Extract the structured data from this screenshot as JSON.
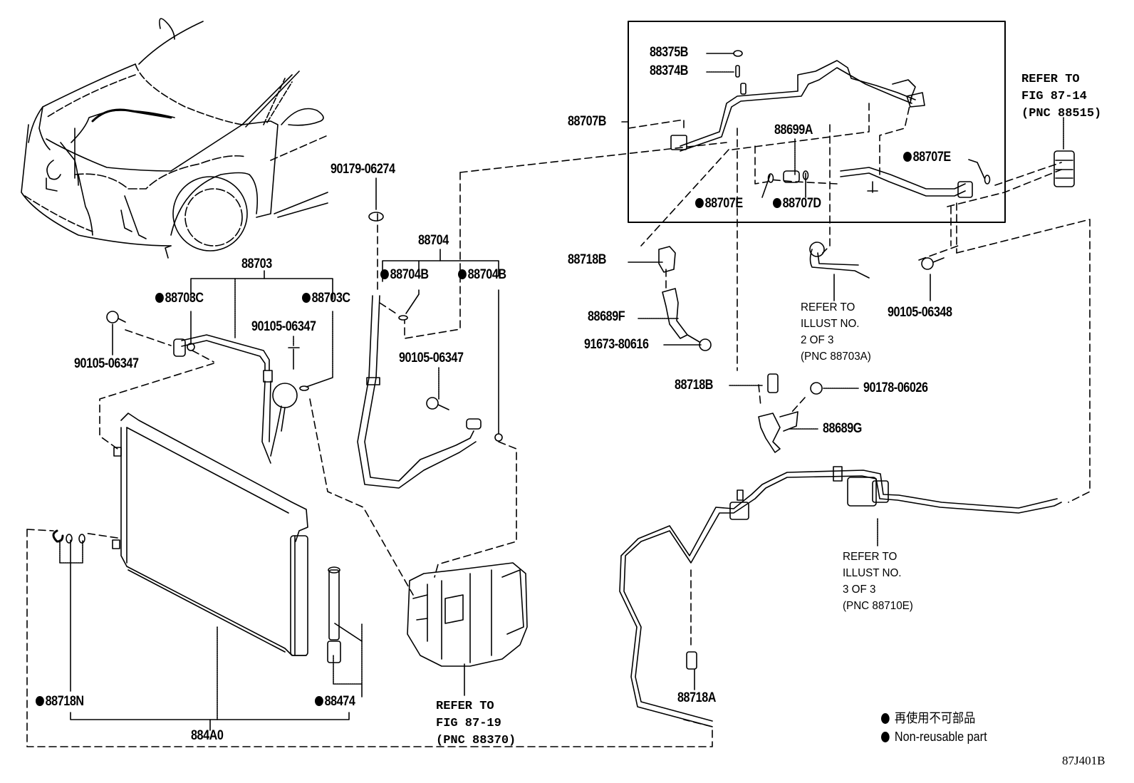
{
  "diagram": {
    "id_code": "87J401B",
    "legend": {
      "marker": "filled-circle",
      "japanese": "再使用不可部品",
      "english": "Non-reusable part"
    },
    "labels": {
      "p88703": {
        "text": "88703",
        "nonreusable": false
      },
      "p88703C_left": {
        "text": "88703C",
        "nonreusable": true
      },
      "p88703C_right": {
        "text": "88703C",
        "nonreusable": true
      },
      "p90105_06347_a": {
        "text": "90105-06347",
        "nonreusable": false
      },
      "p90105_06347_b": {
        "text": "90105-06347",
        "nonreusable": false
      },
      "p90105_06347_c": {
        "text": "90105-06347",
        "nonreusable": false
      },
      "p90179_06274": {
        "text": "90179-06274",
        "nonreusable": false
      },
      "p88704": {
        "text": "88704",
        "nonreusable": false
      },
      "p88704B_left": {
        "text": "88704B",
        "nonreusable": true
      },
      "p88704B_right": {
        "text": "88704B",
        "nonreusable": true
      },
      "p88375B": {
        "text": "88375B",
        "nonreusable": false
      },
      "p88374B": {
        "text": "88374B",
        "nonreusable": false
      },
      "p88707B": {
        "text": "88707B",
        "nonreusable": false
      },
      "p88699A": {
        "text": "88699A",
        "nonreusable": false
      },
      "p88707E_a": {
        "text": "88707E",
        "nonreusable": true
      },
      "p88707E_b": {
        "text": "88707E",
        "nonreusable": true
      },
      "p88707D": {
        "text": "88707D",
        "nonreusable": true
      },
      "p88718B_a": {
        "text": "88718B",
        "nonreusable": false
      },
      "p88718B_b": {
        "text": "88718B",
        "nonreusable": false
      },
      "p88689F": {
        "text": "88689F",
        "nonreusable": false
      },
      "p91673_80616": {
        "text": "91673-80616",
        "nonreusable": false
      },
      "p90105_06348": {
        "text": "90105-06348",
        "nonreusable": false
      },
      "p90178_06026": {
        "text": "90178-06026",
        "nonreusable": false
      },
      "p88689G": {
        "text": "88689G",
        "nonreusable": false
      },
      "p88718A": {
        "text": "88718A",
        "nonreusable": false
      },
      "p88718N": {
        "text": "88718N",
        "nonreusable": true
      },
      "p88474": {
        "text": "88474",
        "nonreusable": true
      },
      "p884A0": {
        "text": "884A0",
        "nonreusable": false
      }
    },
    "references": {
      "fig_87_14": "REFER TO\nFIG 87-14\n(PNC 88515)",
      "fig_87_19": "REFER TO\nFIG 87-19\n(PNC 88370)",
      "illust_2_of_3": "REFER TO\nILLUST NO.\n2 OF 3\n(PNC 88703A)",
      "illust_3_of_3": "REFER TO\nILLUST NO.\n3 OF 3\n(PNC 88710E)"
    }
  }
}
